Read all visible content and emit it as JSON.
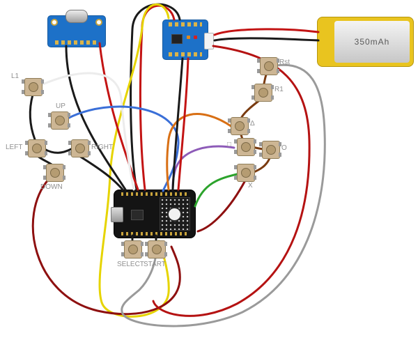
{
  "diagram": {
    "battery": {
      "label": "350mAh"
    },
    "buttons": {
      "l1": "L1",
      "up": "UP",
      "left": "LEFT",
      "right": "RIGHT",
      "down": "DOWN",
      "select": "SELECT",
      "start": "START",
      "rst": "Rst",
      "r1": "R1",
      "triangle": "Δ",
      "square": "□",
      "circle": "O",
      "x": "X"
    },
    "colors": {
      "board_blue": "#1d71c8",
      "battery_yellow": "#e9c41f",
      "battery_silver": "#d9d9d9",
      "button_body": "#cdb694",
      "mcu_black": "#141414"
    },
    "wires": [
      {
        "name": "battery-positive",
        "color": "#c31414"
      },
      {
        "name": "battery-negative",
        "color": "#1a1a1a"
      },
      {
        "name": "charger-mcu-red-arc",
        "color": "#c31414"
      },
      {
        "name": "charger-mcu-black-arc",
        "color": "#1a1a1a"
      },
      {
        "name": "yellow-long-loop",
        "color": "#e6d400"
      },
      {
        "name": "usb-board-black",
        "color": "#1a1a1a"
      },
      {
        "name": "usb-board-red",
        "color": "#c31414"
      },
      {
        "name": "l1-white",
        "color": "#ececec"
      },
      {
        "name": "up-blue",
        "color": "#3a6fd8"
      },
      {
        "name": "l1-left-black",
        "color": "#1a1a1a"
      },
      {
        "name": "left-right-black",
        "color": "#1a1a1a"
      },
      {
        "name": "right-mcu-black",
        "color": "#1a1a1a"
      },
      {
        "name": "left-down-black",
        "color": "#1a1a1a"
      },
      {
        "name": "down-bottom-darkred",
        "color": "#8e1010"
      },
      {
        "name": "triangle-orange",
        "color": "#d86f14"
      },
      {
        "name": "square-purple",
        "color": "#8d5bb8"
      },
      {
        "name": "x-green",
        "color": "#2ca32c"
      },
      {
        "name": "rst-r1-brown",
        "color": "#7a3b10"
      },
      {
        "name": "r1-triangle-brown",
        "color": "#7a3b10"
      },
      {
        "name": "triangle-square-brown",
        "color": "#7a3b10"
      },
      {
        "name": "square-circle-brown",
        "color": "#7a3b10"
      },
      {
        "name": "circle-x-brown",
        "color": "#7a3b10"
      },
      {
        "name": "x-mcu-darkred",
        "color": "#8e1010"
      },
      {
        "name": "rst-gray-big-loop",
        "color": "#9a9a9a"
      },
      {
        "name": "charger-right-red-loop",
        "color": "#b51212"
      },
      {
        "name": "charger-mcu-black",
        "color": "#1a1a1a"
      },
      {
        "name": "charger-mcu-red",
        "color": "#c31414"
      },
      {
        "name": "select-stub-black",
        "color": "#1a1a1a"
      },
      {
        "name": "start-stub-black",
        "color": "#1a1a1a"
      }
    ]
  }
}
